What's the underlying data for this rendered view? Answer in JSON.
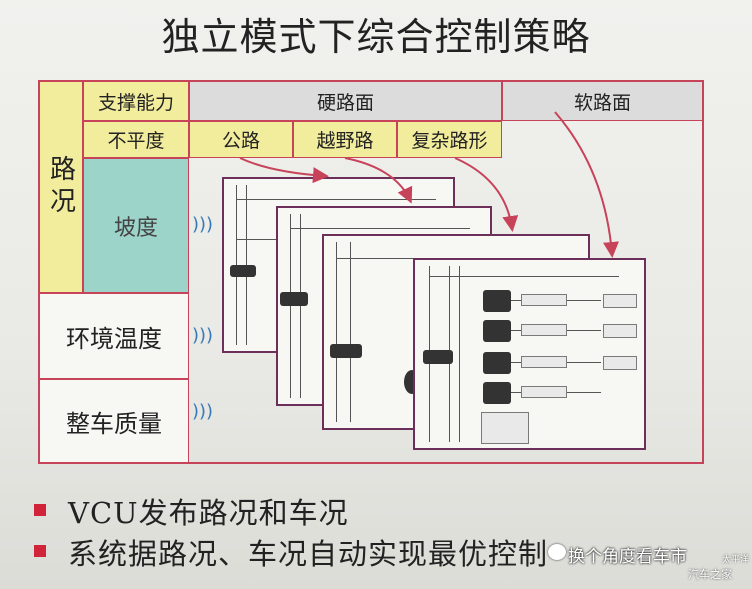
{
  "title": "独立模式下综合控制策略",
  "table": {
    "road_condition": "路况",
    "support_capacity": "支撑能力",
    "hard_road_label": "硬路面",
    "soft_road": "软路面",
    "unevenness": "不平度",
    "highway": "公路",
    "offroad": "越野路",
    "complex_road": "复杂路形",
    "slope": "坡度",
    "ambient_temp": "环境温度",
    "vehicle_mass": "整车质量"
  },
  "bullets": [
    "VCU发布路况和车况",
    "系统据路况、车况自动实现最优控制"
  ],
  "watermark": {
    "main": "换个角度看车市",
    "secondary": "汽车之家",
    "corner": "太平洋"
  },
  "colors": {
    "border": "#c7435a",
    "yellow": "#f2ec9d",
    "teal": "#9cd4c9",
    "grey": "#dcdcdc",
    "bullet": "#d1233a",
    "signal": "#3a79b8"
  }
}
